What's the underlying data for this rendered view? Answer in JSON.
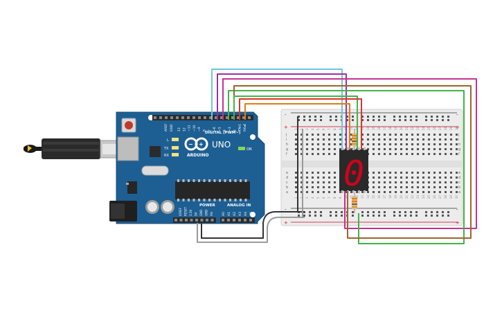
{
  "board": {
    "model": "UNO",
    "brand": "ARDUINO",
    "on_label": "ON",
    "digital_label": "DIGITAL (PWM~)",
    "power_label": "POWER",
    "analog_label": "ANALOG IN",
    "tx_label": "TX",
    "rx_label": "RX",
    "l_label": "L",
    "aref_label": "AREF",
    "gnd_label": "GND",
    "digital_pins": [
      "13",
      "12",
      "~11",
      "~10",
      "~9",
      "8",
      "7",
      "~6",
      "~5",
      "4",
      "~3",
      "2",
      "TX▸1",
      "RX◂0"
    ],
    "power_pins": [
      "IOREF",
      "RESET",
      "3.3V",
      "5V",
      "GND",
      "GND",
      "Vin"
    ],
    "analog_pins": [
      "A0",
      "A1",
      "A2",
      "A3",
      "A4",
      "A5"
    ]
  },
  "breadboard": {
    "plus_label": "+",
    "minus_label": "-",
    "row_letters_top": [
      "j",
      "i",
      "h",
      "g",
      "f"
    ],
    "row_letters_bottom": [
      "e",
      "d",
      "c",
      "b",
      "a"
    ],
    "column_numbers": [
      "1",
      "2",
      "3",
      "4",
      "5",
      "6",
      "7",
      "8",
      "9",
      "10",
      "11",
      "12",
      "13",
      "14",
      "15",
      "16",
      "17",
      "18",
      "19",
      "20",
      "21",
      "22",
      "23",
      "24",
      "25",
      "26",
      "27",
      "28",
      "29",
      "30"
    ]
  },
  "display": {
    "digit": "0",
    "color": "#d0021b"
  },
  "wire_colors": {
    "cyan": "#6ec6d6",
    "purple": "#9b2fa6",
    "magenta": "#c4318f",
    "green": "#41b448",
    "red": "#d9342b",
    "orange": "#e07b12",
    "brown": "#a0622d",
    "black": "#333333",
    "gray": "#9a9a9a"
  }
}
